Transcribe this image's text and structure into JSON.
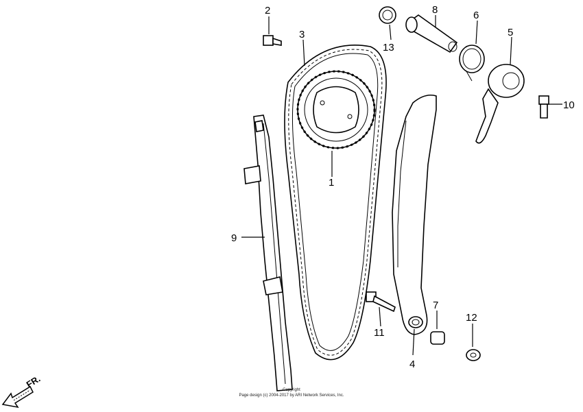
{
  "callouts": {
    "c1": "1",
    "c2": "2",
    "c3": "3",
    "c4": "4",
    "c5": "5",
    "c6": "6",
    "c7": "7",
    "c8": "8",
    "c9": "9",
    "c10": "10",
    "c11": "11",
    "c12": "12",
    "c13": "13"
  },
  "direction_label": "FR.",
  "copyright": {
    "line1": "Copyright",
    "line2": "Page design (c) 2004-2017 by ARI Network Services, Inc."
  }
}
